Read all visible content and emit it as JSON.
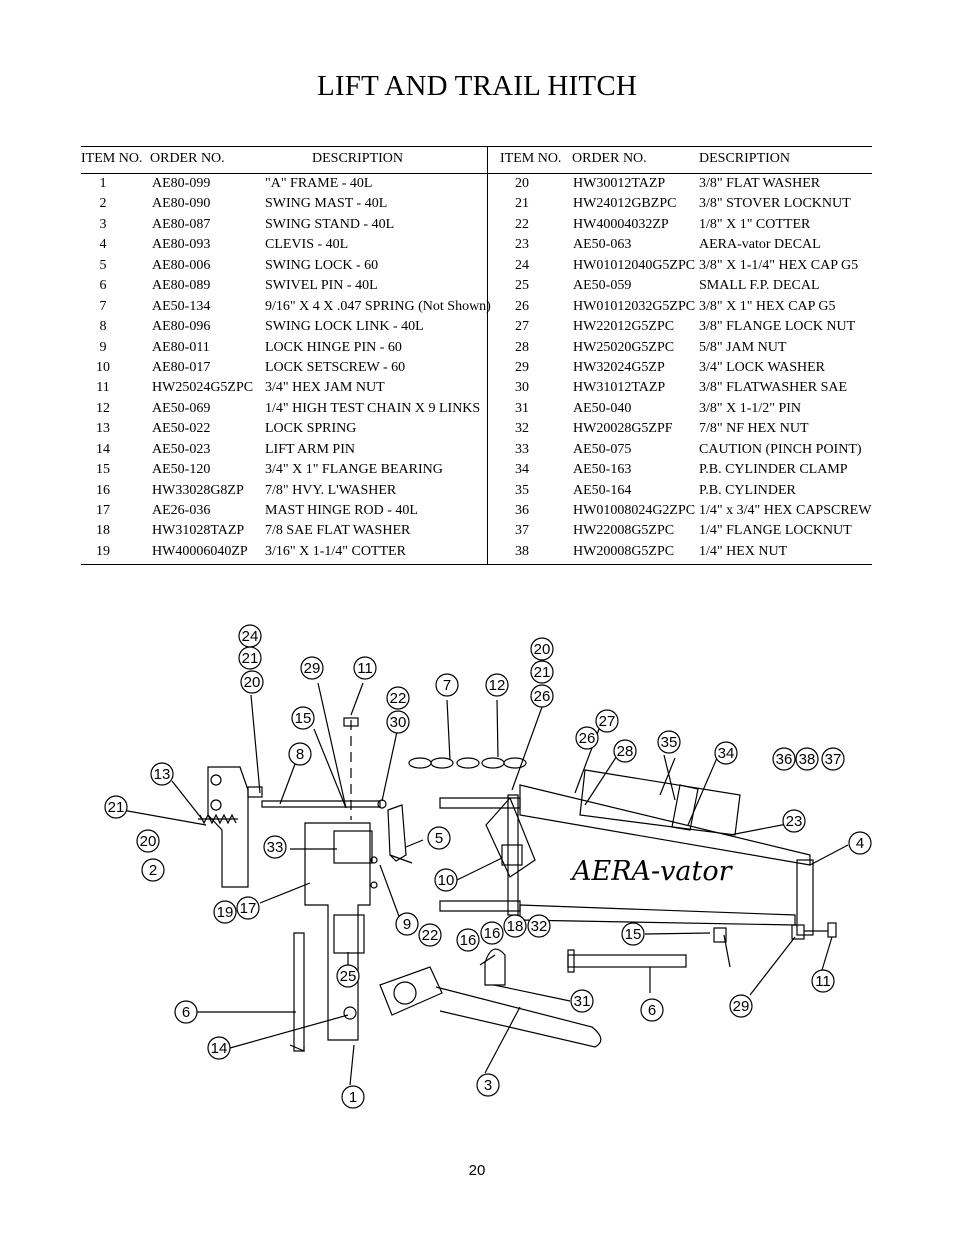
{
  "page": {
    "title": "LIFT AND TRAIL HITCH",
    "page_number": "20"
  },
  "table": {
    "headers": {
      "item": "ITEM NO.",
      "order": "ORDER NO.",
      "desc": "DESCRIPTION"
    },
    "left": [
      [
        "1",
        "AE80-099",
        "\"A\" FRAME - 40L"
      ],
      [
        "2",
        "AE80-090",
        "SWING MAST - 40L"
      ],
      [
        "3",
        "AE80-087",
        "SWING STAND - 40L"
      ],
      [
        "4",
        "AE80-093",
        "CLEVIS - 40L"
      ],
      [
        "5",
        "AE80-006",
        "SWING LOCK - 60"
      ],
      [
        "6",
        "AE80-089",
        "SWIVEL PIN - 40L"
      ],
      [
        "7",
        "AE50-134",
        "9/16\" X 4 X .047 SPRING (Not Shown)"
      ],
      [
        "8",
        "AE80-096",
        "SWING LOCK LINK - 40L"
      ],
      [
        "9",
        "AE80-011",
        "LOCK HINGE PIN - 60"
      ],
      [
        "10",
        "AE80-017",
        "LOCK SETSCREW - 60"
      ],
      [
        "11",
        "HW25024G5ZPC",
        "3/4\" HEX JAM NUT"
      ],
      [
        "12",
        "AE50-069",
        "1/4\" HIGH TEST CHAIN X 9 LINKS"
      ],
      [
        "13",
        "AE50-022",
        "LOCK SPRING"
      ],
      [
        "14",
        "AE50-023",
        "LIFT ARM PIN"
      ],
      [
        "15",
        "AE50-120",
        "3/4\" X 1\" FLANGE BEARING"
      ],
      [
        "16",
        "HW33028G8ZP",
        "7/8\" HVY. L'WASHER"
      ],
      [
        "17",
        "AE26-036",
        "MAST HINGE ROD - 40L"
      ],
      [
        "18",
        "HW31028TAZP",
        "7/8 SAE FLAT WASHER"
      ],
      [
        "19",
        "HW40006040ZP",
        "3/16\" X 1-1/4\" COTTER"
      ]
    ],
    "right": [
      [
        "20",
        "HW30012TAZP",
        "3/8\" FLAT WASHER"
      ],
      [
        "21",
        "HW24012GBZPC",
        "3/8\" STOVER LOCKNUT"
      ],
      [
        "22",
        "HW40004032ZP",
        "1/8\" X 1\" COTTER"
      ],
      [
        "23",
        "AE50-063",
        "AERA-vator DECAL"
      ],
      [
        "24",
        "HW01012040G5ZPC",
        "3/8\" X 1-1/4\" HEX CAP G5"
      ],
      [
        "25",
        "AE50-059",
        "SMALL F.P. DECAL"
      ],
      [
        "26",
        "HW01012032G5ZPC",
        "3/8\" X 1\" HEX CAP G5"
      ],
      [
        "27",
        "HW22012G5ZPC",
        "3/8\" FLANGE LOCK NUT"
      ],
      [
        "28",
        "HW25020G5ZPC",
        "5/8\" JAM NUT"
      ],
      [
        "29",
        "HW32024G5ZP",
        "3/4\" LOCK WASHER"
      ],
      [
        "30",
        "HW31012TAZP",
        "3/8\" FLATWASHER SAE"
      ],
      [
        "31",
        "AE50-040",
        "3/8\" X 1-1/2\" PIN"
      ],
      [
        "32",
        "HW20028G5ZPF",
        "7/8\" NF HEX NUT"
      ],
      [
        "33",
        "AE50-075",
        "CAUTION (PINCH POINT)"
      ],
      [
        "34",
        "AE50-163",
        "P.B. CYLINDER CLAMP"
      ],
      [
        "35",
        "AE50-164",
        "P.B. CYLINDER"
      ],
      [
        "36",
        "HW01008024G2ZPC",
        "1/4\" x 3/4\" HEX CAPSCREW"
      ],
      [
        "37",
        "HW22008G5ZPC",
        "1/4\" FLANGE LOCKNUT"
      ],
      [
        "38",
        "HW20008G5ZPC",
        "1/4\" HEX NUT"
      ]
    ]
  },
  "diagram": {
    "brand_text": "AERA-vator",
    "callouts": [
      "24",
      "21",
      "20",
      "29",
      "11",
      "22",
      "30",
      "15",
      "8",
      "13",
      "21",
      "20",
      "2",
      "33",
      "5",
      "17",
      "19",
      "9",
      "22",
      "6",
      "14",
      "25",
      "1",
      "7",
      "12",
      "20",
      "21",
      "26",
      "27",
      "26",
      "28",
      "35",
      "34",
      "36",
      "38",
      "37",
      "23",
      "4",
      "10",
      "16",
      "16",
      "18",
      "32",
      "31",
      "15",
      "6",
      "29",
      "11",
      "3"
    ]
  }
}
